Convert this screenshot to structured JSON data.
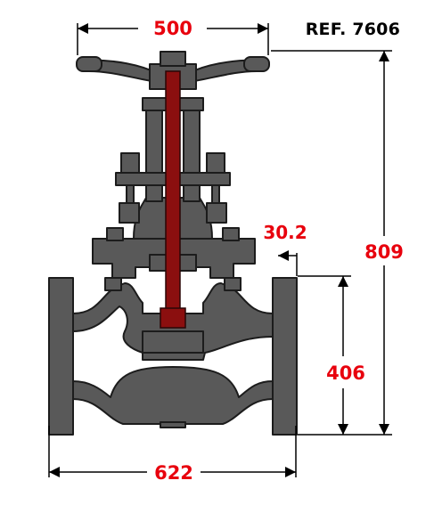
{
  "reference": "REF. 7606",
  "dimensions": {
    "handwheel_diameter": "500",
    "face_to_face": "622",
    "total_height": "809",
    "flange_to_axis": "406",
    "flange_thickness": "30.2"
  },
  "colors": {
    "body_fill": "#595959",
    "body_stroke": "#1c1c1c",
    "stem_fill": "#8b0f0f",
    "dimension_text": "#e8000d",
    "dimension_line": "#000000"
  }
}
